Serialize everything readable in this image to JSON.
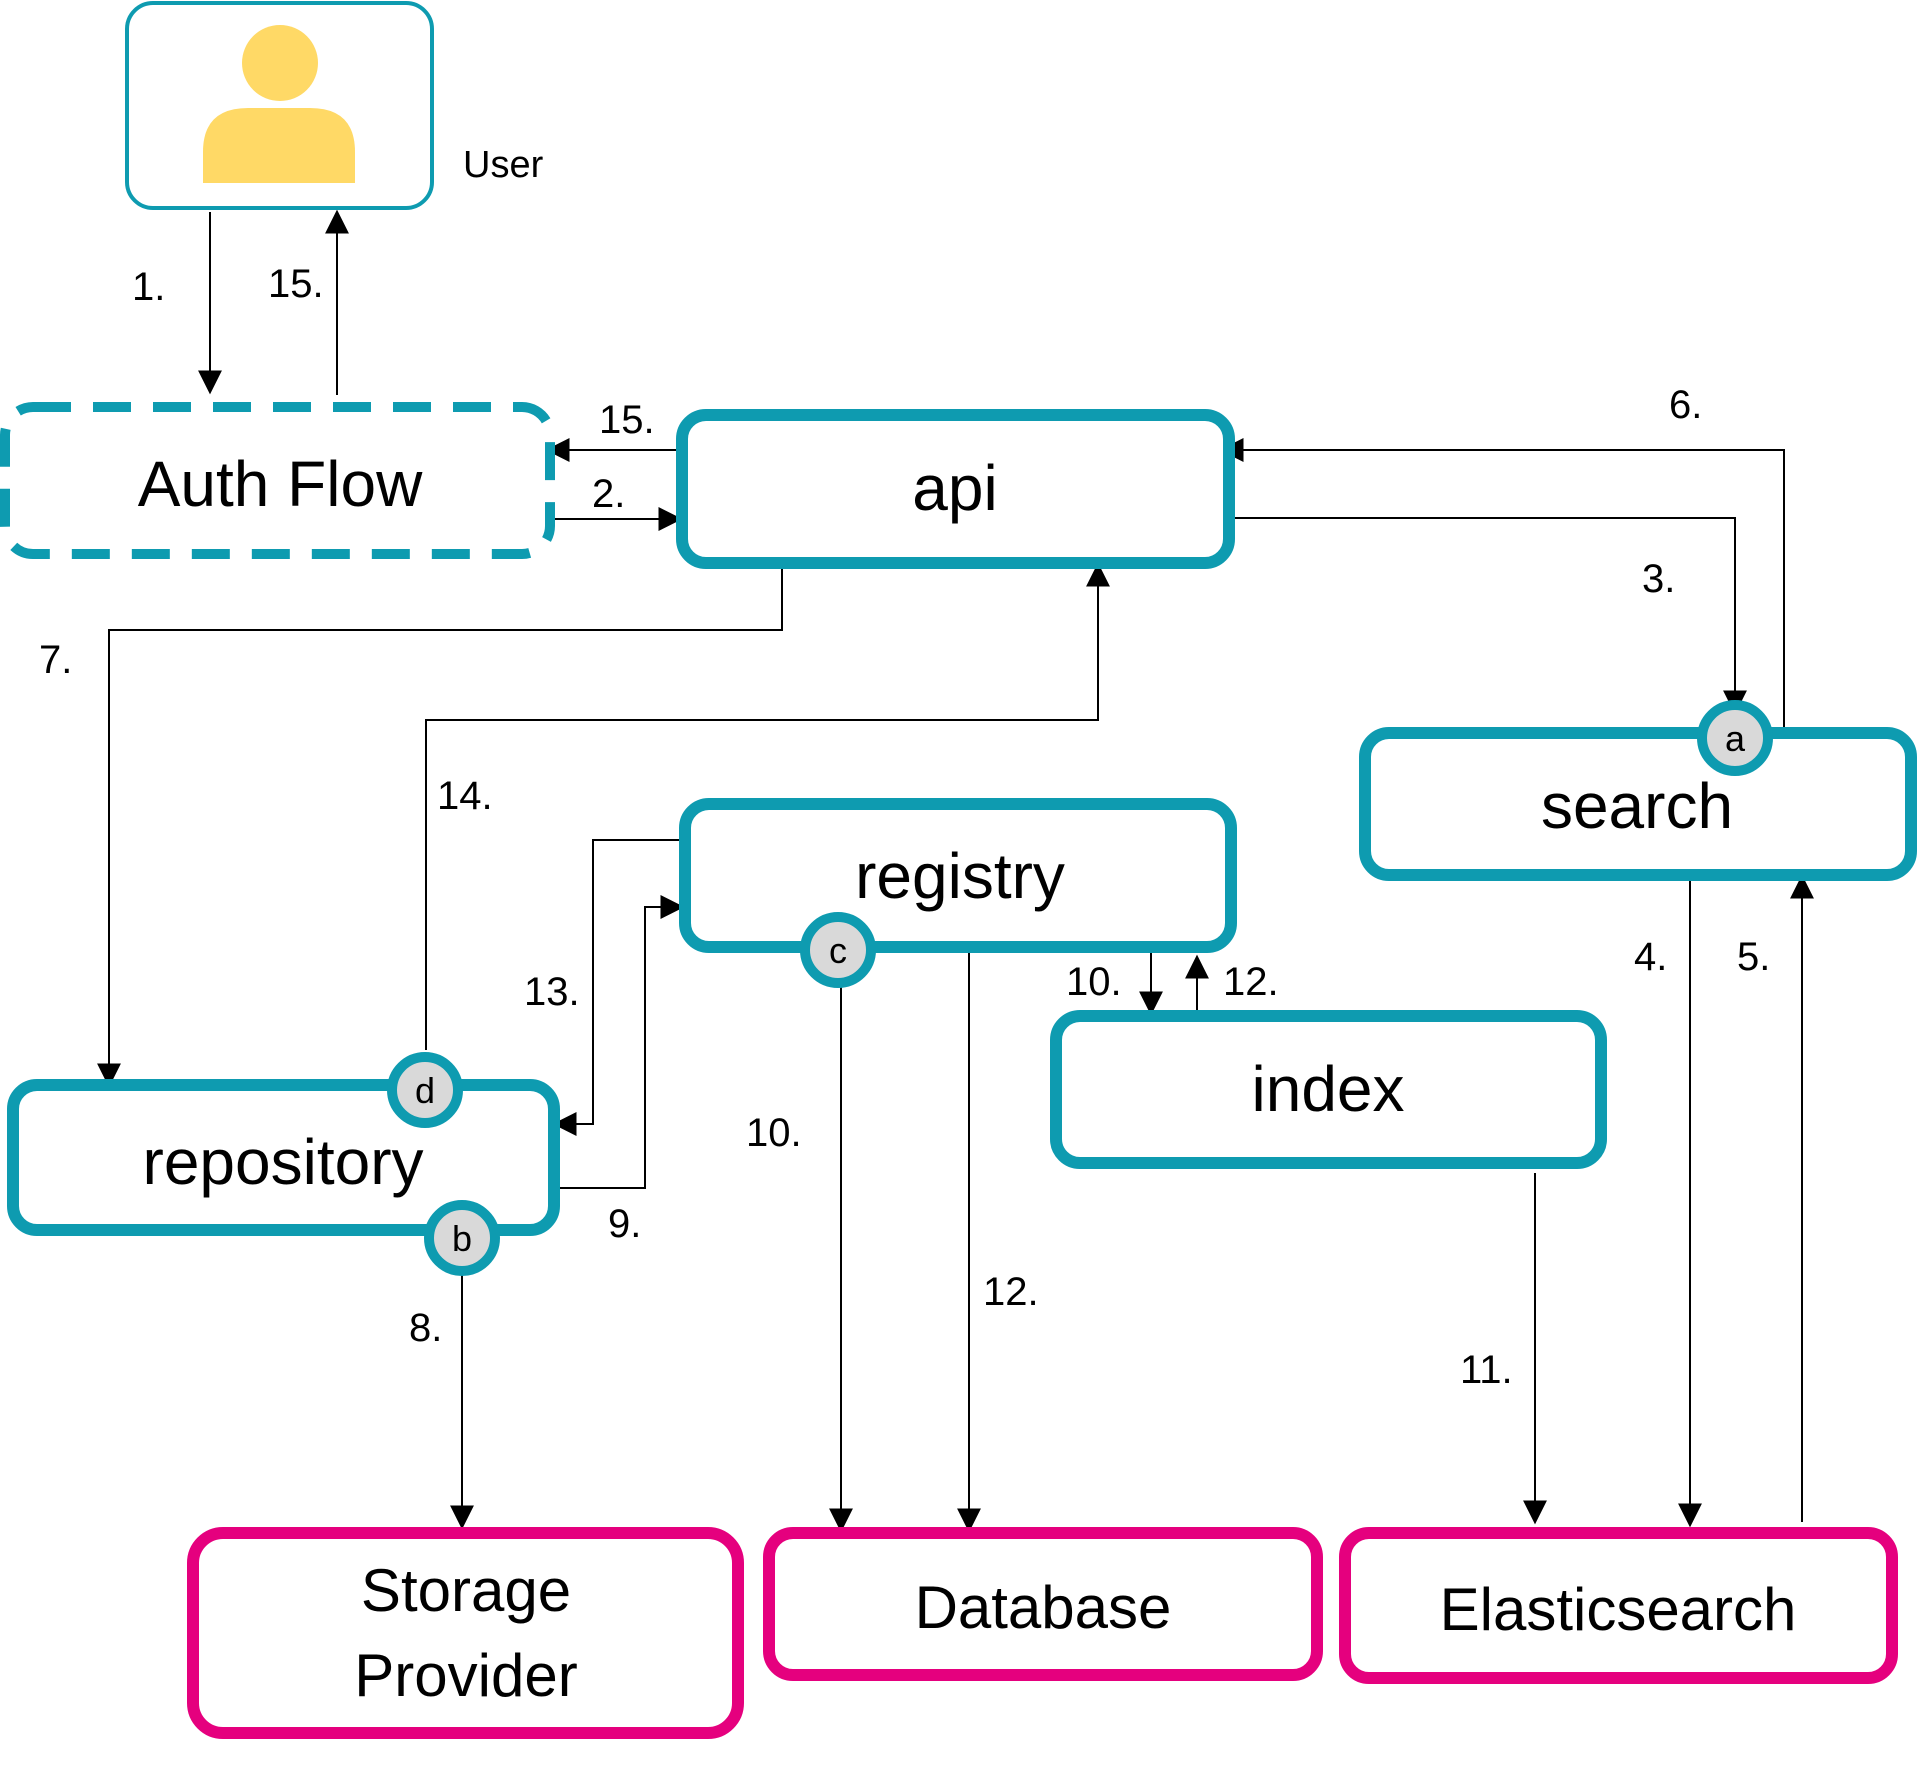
{
  "colors": {
    "service": "#0e9bb0",
    "external": "#e5007e",
    "user_icon": "#ffd966",
    "badge_fill": "#d9d9d9",
    "line": "#000000"
  },
  "user": {
    "label": "User",
    "icon": "person-icon"
  },
  "nodes": {
    "auth_flow": "Auth Flow",
    "api": "api",
    "search": "search",
    "registry": "registry",
    "index": "index",
    "repository": "repository",
    "storage_provider_line1": "Storage",
    "storage_provider_line2": "Provider",
    "database": "Database",
    "elasticsearch": "Elasticsearch"
  },
  "badges": {
    "search": "a",
    "repository_bottom": "b",
    "registry": "c",
    "repository_top": "d"
  },
  "steps": {
    "user_to_auth": "1.",
    "auth_to_user": "15.",
    "api_to_auth": "15.",
    "auth_to_api": "2.",
    "api_to_search": "3.",
    "search_to_es": "4.",
    "es_to_search": "5.",
    "search_to_api": "6.",
    "api_to_repository": "7.",
    "repository_to_storage": "8.",
    "repository_to_registry": "9.",
    "registry_to_index": "10.",
    "registry_to_database": "10.",
    "index_to_es": "11.",
    "index_to_registry": "12.",
    "registry_database_12": "12.",
    "registry_to_repository": "13.",
    "repository_to_api": "14."
  }
}
